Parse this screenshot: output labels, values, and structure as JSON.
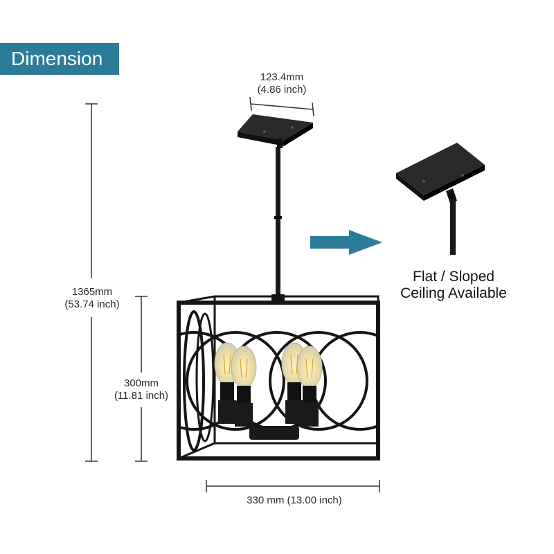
{
  "banner": {
    "title": "Dimension"
  },
  "dimensions": {
    "canopy_mm": "123.4mm",
    "canopy_inch": "(4.86 inch)",
    "total_height_mm": "1365mm",
    "total_height_inch": "(53.74 inch)",
    "cage_height_mm": "300mm",
    "cage_height_inch": "(11.81 inch)",
    "cage_width": "330 mm (13.00 inch)"
  },
  "callout": {
    "line1": "Flat / Sloped",
    "line2": "Ceiling Available"
  },
  "colors": {
    "accent": "#2c7c99",
    "fixture": "#1a1a1a",
    "dimension_line": "#333333"
  }
}
